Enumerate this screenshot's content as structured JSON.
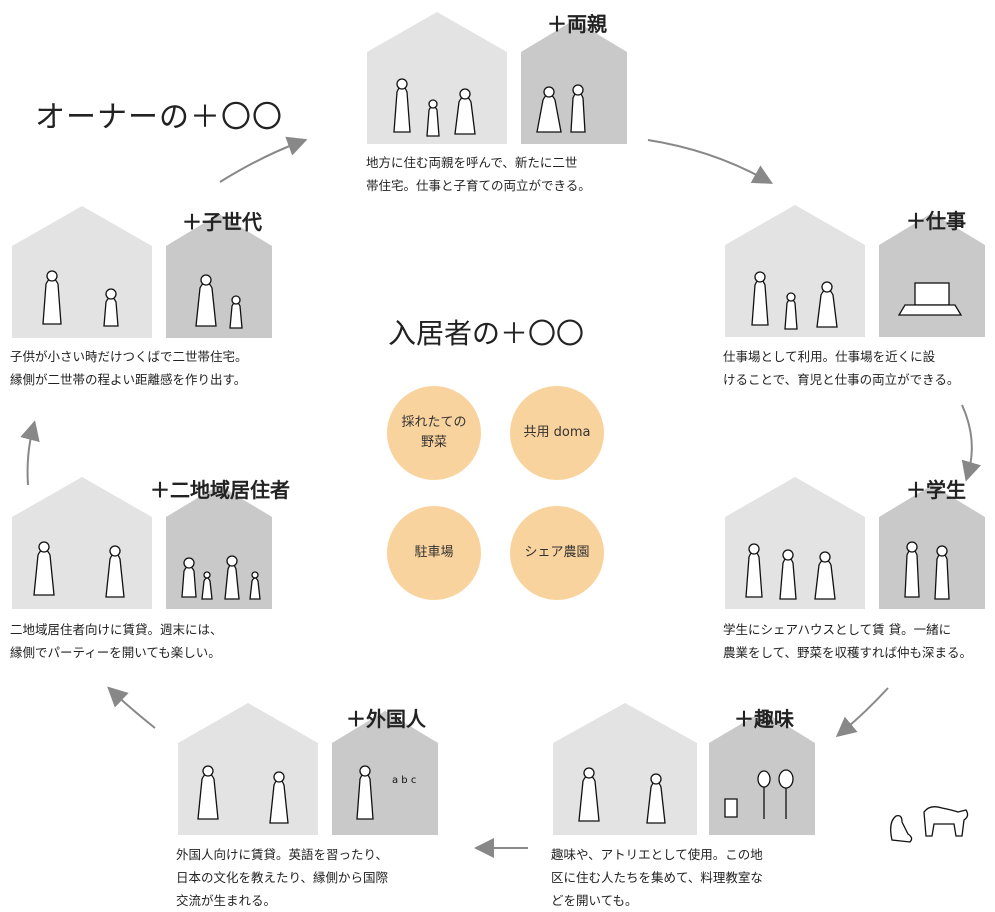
{
  "title": "オーナーの＋〇〇",
  "center_title": "入居者の＋〇〇",
  "circles": [
    {
      "line1": "採れたての",
      "line2": "野菜"
    },
    {
      "line1": "共用 doma",
      "line2": ""
    },
    {
      "line1": "駐車場",
      "line2": ""
    },
    {
      "line1": "シェア農園",
      "line2": ""
    }
  ],
  "scenarios": [
    {
      "label": "＋両親",
      "desc": [
        "地方に住む両親を呼んで、新たに二世",
        "帯住宅。仕事と子育ての両立ができる。"
      ]
    },
    {
      "label": "＋仕事",
      "desc": [
        "仕事場として利用。仕事場を近くに設",
        "けることで、育児と仕事の両立ができる。"
      ]
    },
    {
      "label": "＋学生",
      "desc": [
        "学生にシェアハウスとして賃 貸。一緒に",
        "農業をして、野菜を収穫すれば仲も深まる。"
      ]
    },
    {
      "label": "＋趣味",
      "desc": [
        "趣味や、アトリエとして使用。この地",
        "区に住む人たちを集めて、料理教室な",
        "どを開いても。"
      ]
    },
    {
      "label": "＋外国人",
      "desc": [
        "外国人向けに賃貸。英語を習ったり、",
        "日本の文化を教えたり、縁側から国際",
        "交流が生まれる。"
      ]
    },
    {
      "label": "＋二地域居住者",
      "desc": [
        "二地域居住者向けに賃貸。週末には、",
        "縁側でパーティーを開いても楽しい。"
      ]
    },
    {
      "label": "＋子世代",
      "desc": [
        "子供が小さい時だけつくばで二世帯住宅。",
        "縁側が二世帯の程よい距離感を作り出す。"
      ]
    }
  ],
  "abc_text": "a b c",
  "colors": {
    "house_light": "#e3e3e3",
    "house_dark": "#c9c9c9",
    "circle": "#f9d39d",
    "arrow": "#888888",
    "text": "#222222"
  }
}
